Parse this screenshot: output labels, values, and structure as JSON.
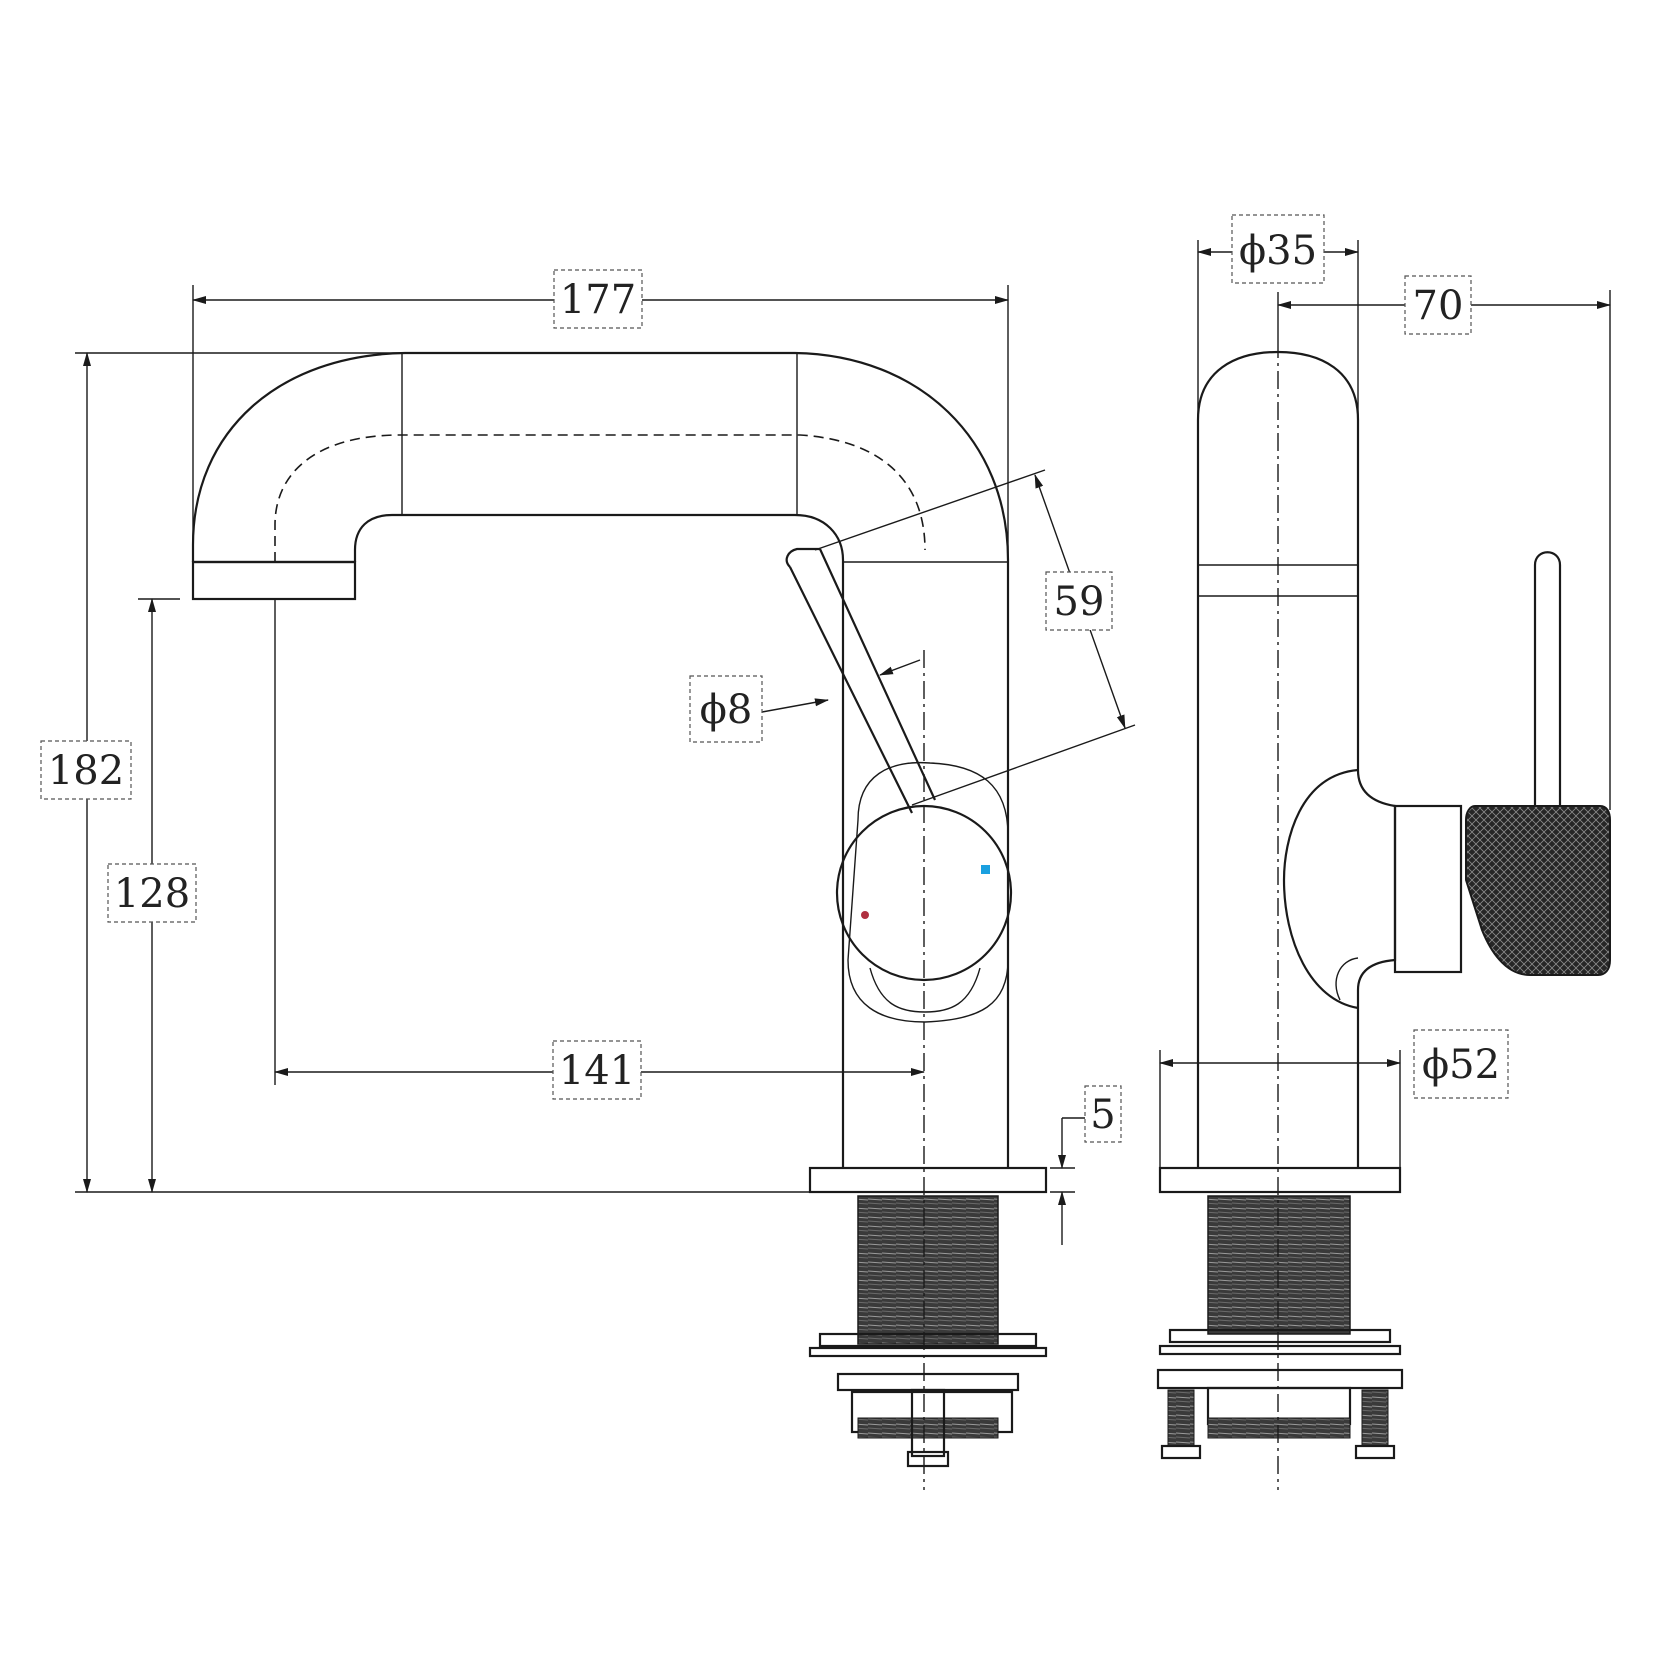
{
  "dimensions": {
    "width_spout": "177",
    "height_total": "182",
    "height_outlet": "128",
    "reach": "141",
    "lever_length": "59",
    "lever_dia": "ϕ8",
    "body_dia": "ϕ35",
    "depth": "70",
    "base_dia": "ϕ52",
    "base_thickness": "5"
  },
  "colors": {
    "line": "#1a1a1a",
    "hot_marker": "#b03040",
    "cold_marker": "#1aa0e0"
  }
}
